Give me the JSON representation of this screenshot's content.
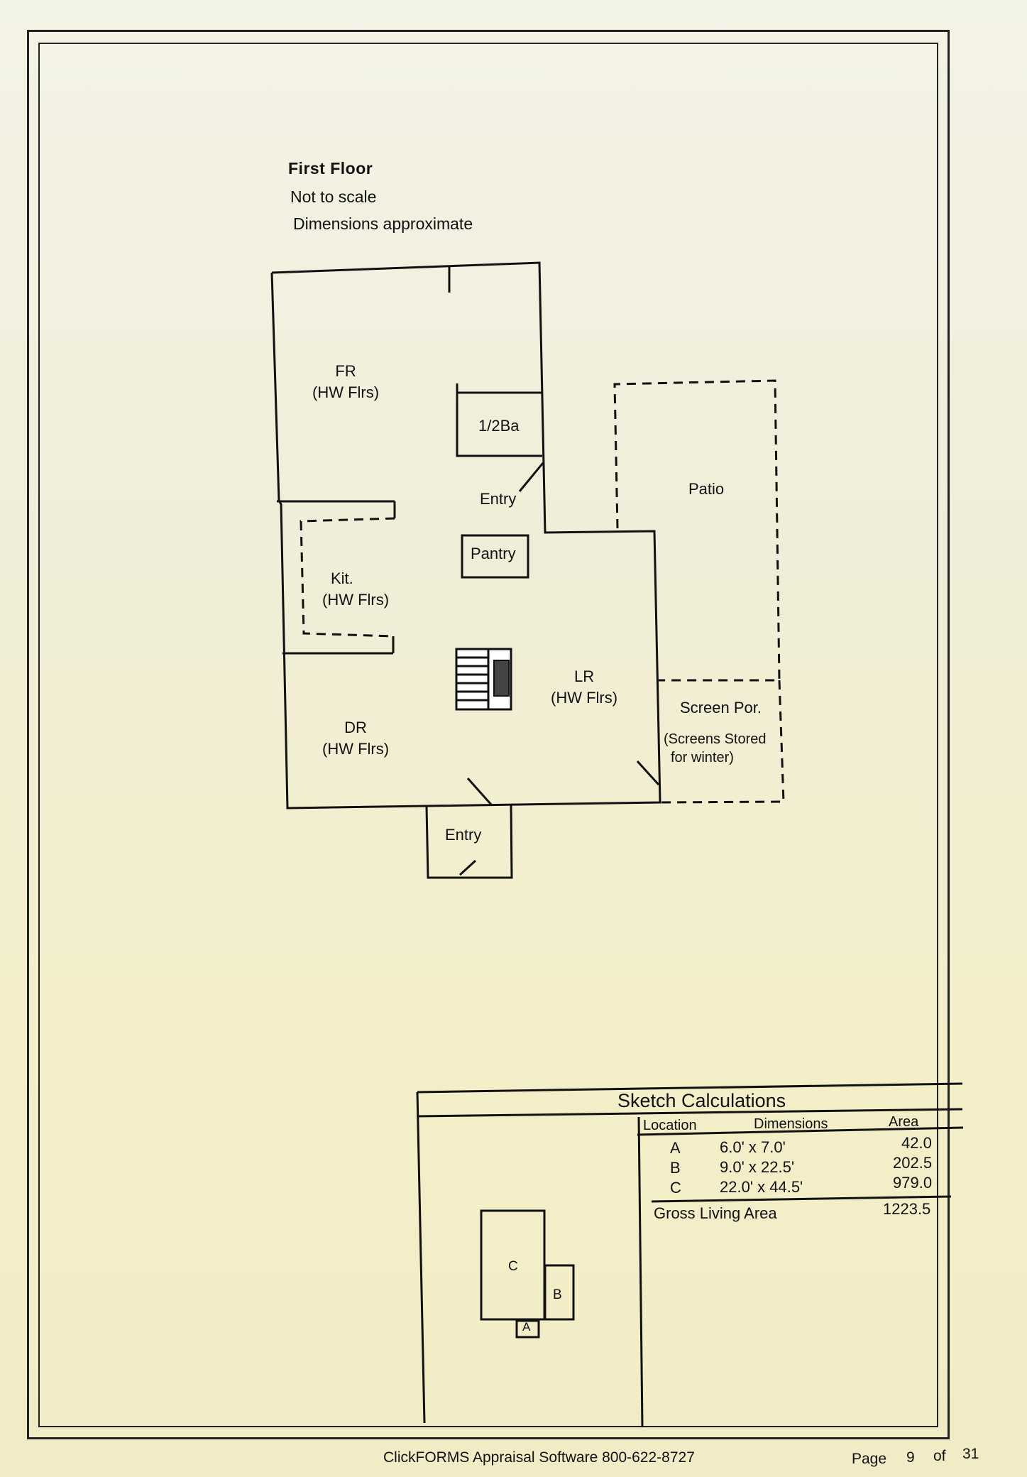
{
  "header": {
    "title": "First  Floor",
    "note1": "Not to scale",
    "note2": "Dimensions approximate"
  },
  "rooms": {
    "fr": "FR",
    "fr_sub": "(HW Flrs)",
    "half_bath": "1/2Ba",
    "entry_upper": "Entry",
    "pantry": "Pantry",
    "kit": "Kit.",
    "kit_sub": "(HW Flrs)",
    "lr": "LR",
    "lr_sub": "(HW Flrs)",
    "dr": "DR",
    "dr_sub": "(HW Flrs)",
    "entry_lower": "Entry",
    "patio": "Patio",
    "screen_por": "Screen Por.",
    "screen_note1": "(Screens Stored",
    "screen_note2": "for winter)"
  },
  "sketch_calc": {
    "title": "Sketch Calculations",
    "headers": [
      "Location",
      "Dimensions",
      "Area"
    ],
    "rows": [
      {
        "loc": "A",
        "dim": "6.0' x 7.0'",
        "area": "42.0"
      },
      {
        "loc": "B",
        "dim": "9.0' x 22.5'",
        "area": "202.5"
      },
      {
        "loc": "C",
        "dim": "22.0' x 44.5'",
        "area": "979.0"
      }
    ],
    "total_label": "Gross Living Area",
    "total_value": "1223.5",
    "mini_labels": [
      "C",
      "B",
      "A"
    ]
  },
  "footer": {
    "software": "ClickFORMS Appraisal Software 800-622-8727",
    "page_label": "Page",
    "page_num": "9",
    "of_label": "of",
    "page_total": "31"
  }
}
